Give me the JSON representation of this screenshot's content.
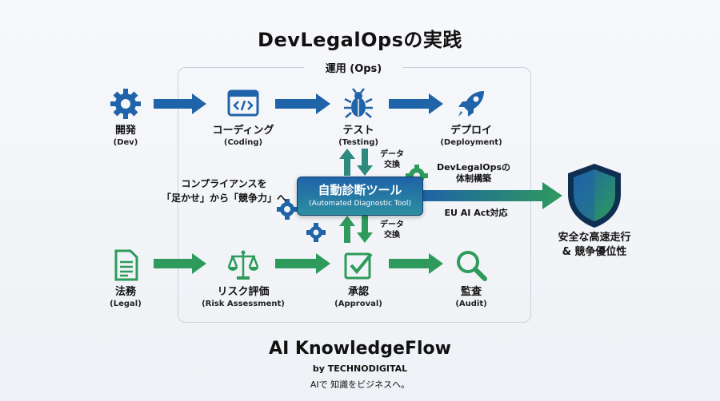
{
  "title": "DevLegalOpsの実践",
  "ops_label": "運用 (Ops)",
  "dev_row": [
    {
      "name": "開発",
      "sub": "(Dev)",
      "icon": "gear-icon"
    },
    {
      "name": "コーディング",
      "sub": "(Coding)",
      "icon": "code-window-icon"
    },
    {
      "name": "テスト",
      "sub": "(Testing)",
      "icon": "bug-icon"
    },
    {
      "name": "デプロイ",
      "sub": "(Deployment)",
      "icon": "rocket-icon"
    }
  ],
  "legal_row": [
    {
      "name": "法務",
      "sub": "(Legal)",
      "icon": "document-icon"
    },
    {
      "name": "リスク評価",
      "sub": "(Risk Assessment)",
      "icon": "scales-icon"
    },
    {
      "name": "承認",
      "sub": "(Approval)",
      "icon": "checkbox-icon"
    },
    {
      "name": "監査",
      "sub": "(Audit)",
      "icon": "magnifier-icon"
    }
  ],
  "data_exchange_top": [
    "データ",
    "交換"
  ],
  "data_exchange_bottom": [
    "データ",
    "交換"
  ],
  "left_caption": [
    "コンプライアンスを",
    "「足かせ」から「競争力」へ"
  ],
  "tool": {
    "title": "自動診断ツール",
    "subtitle": "(Automated Diagnostic Tool)"
  },
  "right_label_top": [
    "DevLegalOpsの",
    "体制構築"
  ],
  "right_label_bottom": "EU AI Act対応",
  "outcome": [
    "安全な高速走行",
    "& 競争優位性"
  ],
  "brand": "AI KnowledgeFlow",
  "by": "by TECHNODIGITAL",
  "tagline": "AIで 知識をビジネスへ。",
  "colors": {
    "blue": "#1f63a8",
    "green": "#2e9a5c",
    "dark": "#0f2f52"
  }
}
